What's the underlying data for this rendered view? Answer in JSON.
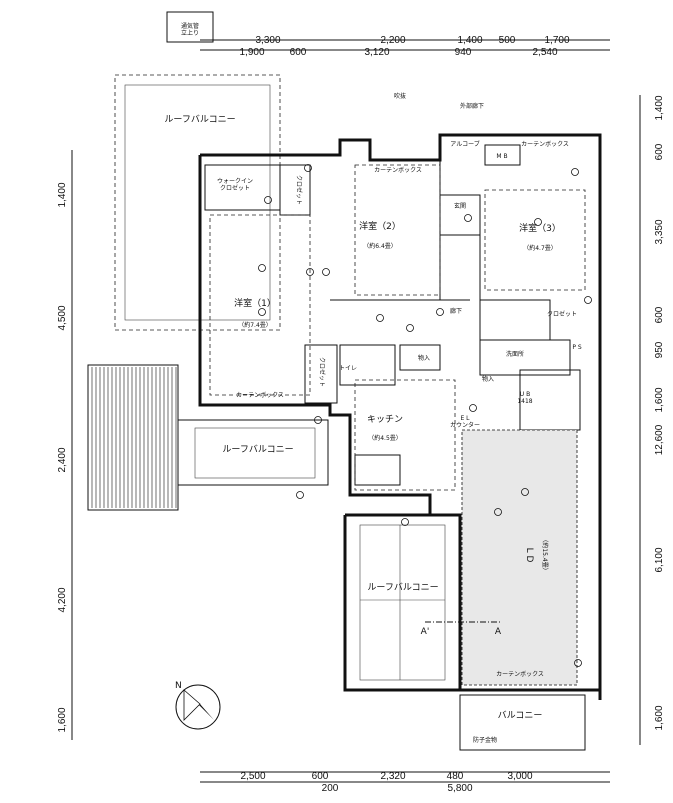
{
  "plan": {
    "note": "通気管\n立上り",
    "dims_top_row1": [
      "3,300",
      "2,200",
      "1,400",
      "500",
      "1,700"
    ],
    "dims_top_row2": [
      "1,900",
      "600",
      "3,120",
      "940",
      "2,540"
    ],
    "dims_bottom_row1": [
      "2,500",
      "600",
      "2,320",
      "480",
      "3,000"
    ],
    "dims_bottom_row2": [
      "200",
      "5,800"
    ],
    "dims_left": [
      "1,400",
      "4,500",
      "2,400",
      "4,200",
      "1,600"
    ],
    "dims_right": [
      "1,400",
      "600",
      "3,350",
      "600",
      "950",
      "1,600",
      "12,600",
      "6,100",
      "1,600"
    ],
    "rooms": {
      "roof_balcony_1": "ルーフバルコニー",
      "roof_balcony_2": "ルーフバルコニー",
      "roof_balcony_3": "ルーフバルコニー",
      "balcony": "バルコニー",
      "fukinuke": "吹抜",
      "gaibu_rouka": "外部廊下",
      "alcove": "アルコーブ",
      "mb": "M B",
      "genkan": "玄関",
      "walkin": "ウォークイン\nクロゼット",
      "closet1": "クロゼット",
      "closet2": "クロゼット",
      "closet3": "クロゼット",
      "youshitsu1": "洋室（1）",
      "youshitsu1_size": "（約7.4畳）",
      "youshitsu2": "洋室（2）",
      "youshitsu2_size": "（約6.4畳）",
      "youshitsu3": "洋室（3）",
      "youshitsu3_size": "（約4.7畳）",
      "rouka": "廊下",
      "toilet": "トイレ",
      "monoire1": "物入",
      "monoire2": "物入",
      "senmenjo": "洗面所",
      "ub": "U B\n1418",
      "ps": "P S",
      "kitchen": "キッチン",
      "kitchen_size": "（約4.5畳）",
      "counter": "E L\nカウンター",
      "ld": "L D",
      "ld_size": "（約15.4畳）",
      "curtain_box1": "カーテンボックス",
      "curtain_box2": "カーテンボックス",
      "curtain_box3": "カーテンボックス",
      "curtain_box4": "カーテンボックス",
      "hyoushiki_a": "A",
      "hyoushiki_a2": "A'",
      "outdoor_unit": "防子金物"
    },
    "compass": "N"
  }
}
